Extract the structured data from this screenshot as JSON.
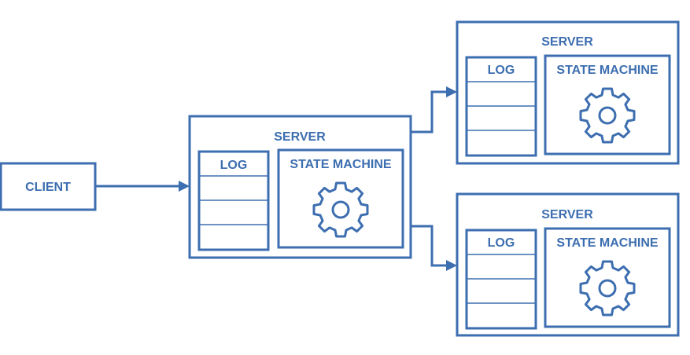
{
  "client": {
    "label": "CLIENT"
  },
  "servers": [
    {
      "title": "SERVER",
      "log_label": "LOG",
      "state_machine_label": "STATE MACHINE"
    },
    {
      "title": "SERVER",
      "log_label": "LOG",
      "state_machine_label": "STATE MACHINE"
    },
    {
      "title": "SERVER",
      "log_label": "LOG",
      "state_machine_label": "STATE MACHINE"
    }
  ],
  "colors": {
    "stroke": "#3d6eb0",
    "background": "#ffffff"
  }
}
